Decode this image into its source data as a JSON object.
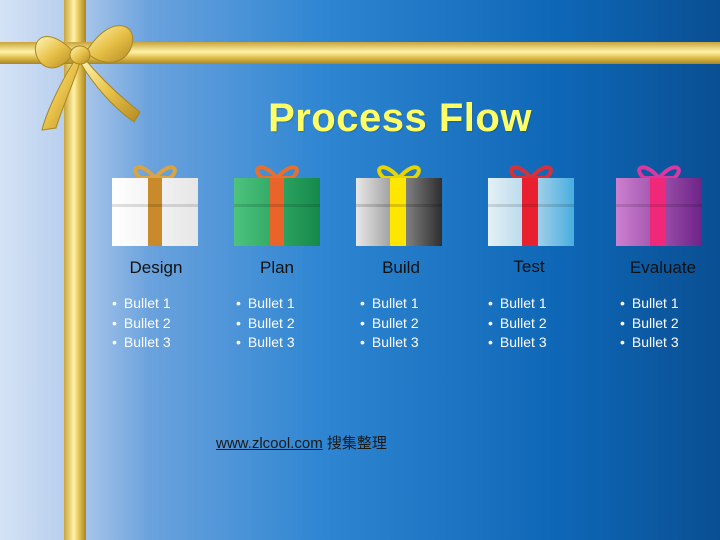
{
  "slide": {
    "title": "Process Flow",
    "columns": [
      {
        "label": "Design",
        "bullets": [
          "Bullet 1",
          "Bullet 2",
          "Bullet 3"
        ],
        "box_left": "#ffffff",
        "box_right": "#e6e6e6",
        "ribbon": "#c88a2a",
        "bow": "#d9a441"
      },
      {
        "label": "Plan",
        "bullets": [
          "Bullet 1",
          "Bullet 2",
          "Bullet 3"
        ],
        "box_left": "#2fb36a",
        "box_right": "#1e9a55",
        "ribbon": "#e8642a",
        "bow": "#e8702e"
      },
      {
        "label": "Build",
        "bullets": [
          "Bullet 1",
          "Bullet 2",
          "Bullet 3"
        ],
        "box_left": "#d8d8d8",
        "box_right": "#444444",
        "ribbon": "#ffe600",
        "bow": "#e8d500"
      },
      {
        "label": "Test",
        "bullets": [
          "Bullet 1",
          "Bullet 2",
          "Bullet 3"
        ],
        "box_left": "#cfe4f0",
        "box_right": "#5fb6d8",
        "ribbon": "#e82030",
        "bow": "#d8303a"
      },
      {
        "label": "Evaluate",
        "bullets": [
          "Bullet 1",
          "Bullet 2",
          "Bullet 3"
        ],
        "box_left": "#c070c8",
        "box_right": "#7a2a90",
        "ribbon": "#f0287a",
        "bow": "#d838a0"
      }
    ],
    "footer": {
      "link_text": "www.zlcool.com",
      "suffix": " 搜集整理"
    }
  }
}
